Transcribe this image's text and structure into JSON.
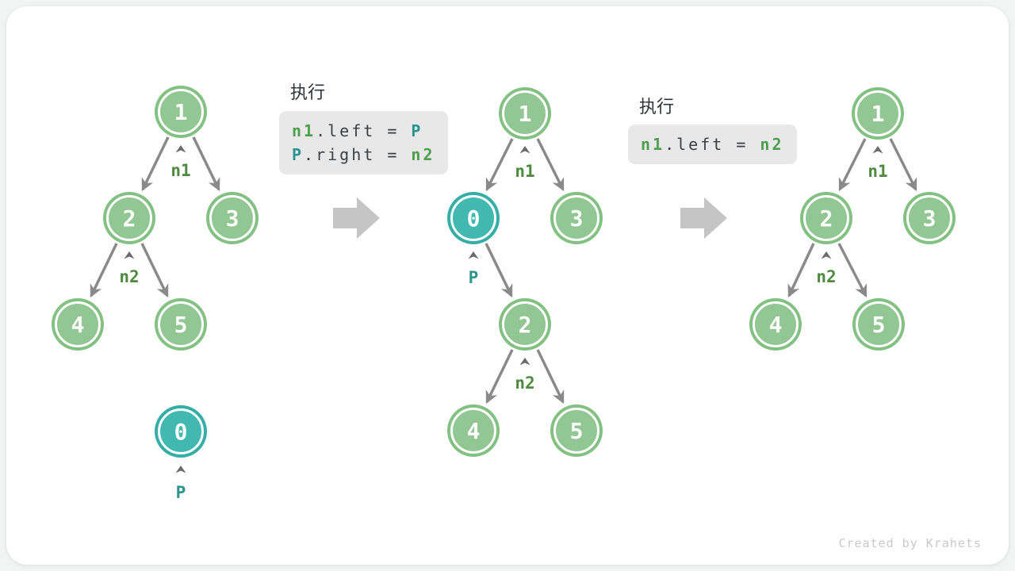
{
  "watermark": "Created by Krahets",
  "colors": {
    "node_green_fill": "#92c692",
    "node_green_border": "#83c183",
    "node_teal_fill": "#41b9b0",
    "node_teal_border": "#35aea5",
    "pointer_label_green": "#4e8a3e",
    "pointer_label_teal": "#2d958c",
    "code_bg": "#e8e8e8",
    "code_plain": "#3b4045",
    "code_green": "#4f9e4f",
    "code_teal": "#2a948e",
    "edge_gray": "#8a8a8a",
    "caret_gray": "#6b6b6b",
    "block_arrow_gray": "#c5c5c5",
    "watermark_gray": "#c9c9c9"
  },
  "tree1": {
    "node1": "1",
    "node2": "2",
    "node3": "3",
    "node4": "4",
    "node5": "5",
    "nodeP": "0",
    "label_n1": "n1",
    "label_n2": "n2",
    "label_p": "P"
  },
  "code1": {
    "title": "执行",
    "line1": {
      "a": "n1",
      "b": ".left = ",
      "c": "P"
    },
    "line2": {
      "a": "P",
      "b": ".right = ",
      "c": "n2"
    }
  },
  "tree2": {
    "node1": "1",
    "nodeP": "0",
    "node3": "3",
    "node2": "2",
    "node4": "4",
    "node5": "5",
    "label_n1": "n1",
    "label_p": "P",
    "label_n2": "n2"
  },
  "code2": {
    "title": "执行",
    "line1": {
      "a": "n1",
      "b": ".left = ",
      "c": "n2"
    }
  },
  "tree3": {
    "node1": "1",
    "node2": "2",
    "node3": "3",
    "node4": "4",
    "node5": "5",
    "label_n1": "n1",
    "label_n2": "n2"
  }
}
